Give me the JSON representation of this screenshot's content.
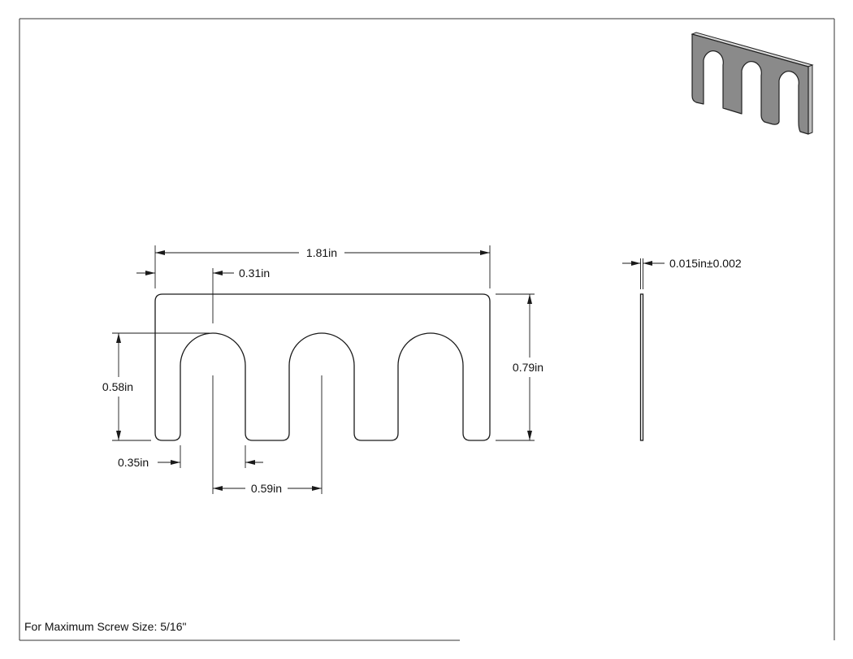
{
  "drawing": {
    "dimensions": {
      "overall_length": "1.81in",
      "slot_width": "0.31in",
      "overall_height": "0.79in",
      "slot_depth": "0.58in",
      "edge_to_slot": "0.35in",
      "slot_pitch": "0.59in",
      "thickness": "0.015in±0.002"
    },
    "note": "For Maximum Screw Size: 5/16\"",
    "colors": {
      "line": "#1a1a1a",
      "iso_face": "#8a8a8a",
      "iso_edge": "#d9d9d9"
    }
  }
}
